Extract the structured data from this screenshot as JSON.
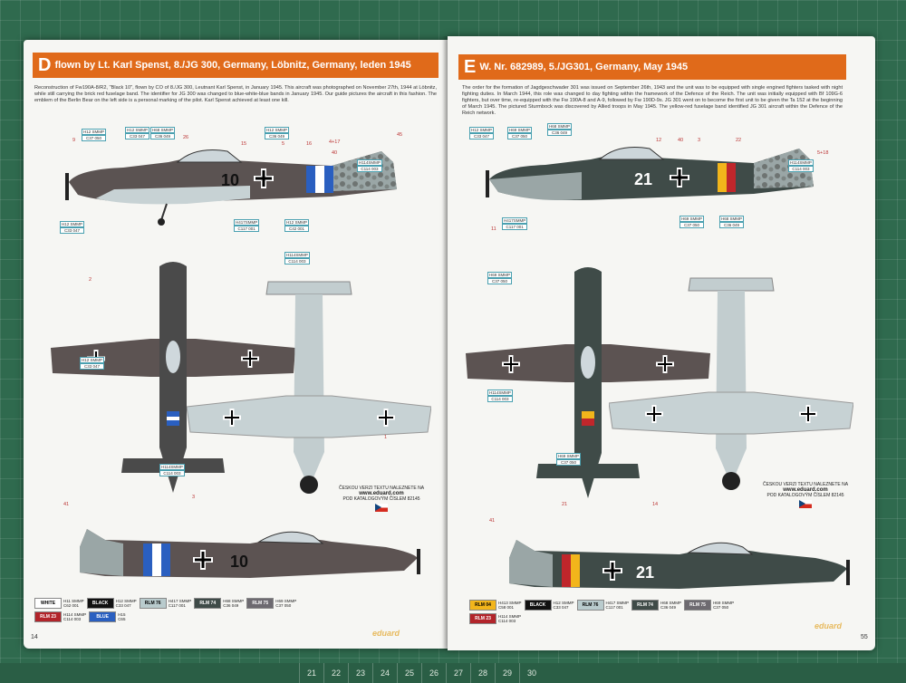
{
  "ruler": [
    "21",
    "22",
    "23",
    "24",
    "25",
    "26",
    "27",
    "28",
    "29",
    "30"
  ],
  "left_page": {
    "letter": "D",
    "title": "flown by Lt. Karl Spenst, 8./JG 300, Germany, Löbnitz, Germany, leden 1945",
    "intro": "Reconstruction of Fw190A-8/R2, \"Black 10\", flown by CO of 8./JG 300, Leutnant Karl Spenst, in January 1945. This aircraft was photographed on November 27th, 1944 at Löbnitz, while still carrying the brick red fuselage band. The identifier for JG 300 was changed to blue-white-blue bands in January 1945. Our guide pictures the aircraft in this fashion. The emblem of the Berlin Bear on the left side is a personal marking of the pilot. Karl Spenst achieved at least one kill.",
    "fuselage_code": "10",
    "callouts": [
      "9",
      "26",
      "15",
      "5",
      "16",
      "4+17",
      "45",
      "40",
      "3",
      "2",
      "1",
      "41"
    ],
    "color_codes": [
      {
        "l1": "H12 SMMP",
        "l2": "C37 050"
      },
      {
        "l1": "H12 SMMP",
        "l2": "C33 047"
      },
      {
        "l1": "H68 SMMP",
        "l2": "C36 049"
      },
      {
        "l1": "H12 SMMP",
        "l2": "C36 049"
      },
      {
        "l1": "H12 SMMP",
        "l2": "C33 047"
      },
      {
        "l1": "H417SMMP",
        "l2": "C117 001"
      },
      {
        "l1": "H12 SMMP",
        "l2": "C42 001"
      },
      {
        "l1": "H114SMMP",
        "l2": "C114 003"
      }
    ],
    "note": {
      "line1": "ČESKOU VERZI TEXTU NALEZNETE NA",
      "site": "www.eduard.com",
      "line2": "POD KATALOGOVÝM ČÍSLEM 82145"
    },
    "swatches": [
      {
        "name": "WHITE",
        "bg": "#ffffff",
        "fg": "#000000",
        "c1": "H11 SMMP",
        "c2": "C62 001"
      },
      {
        "name": "BLACK",
        "bg": "#111111",
        "fg": "#ffffff",
        "c1": "H12 SMMP",
        "c2": "C33 047"
      },
      {
        "name": "RLM 76",
        "bg": "#b9cbcd",
        "fg": "#000000",
        "c1": "H417 SMMP",
        "c2": "C117 001"
      },
      {
        "name": "RLM 74",
        "bg": "#3f4b48",
        "fg": "#ffffff",
        "c1": "H68 SMMP",
        "c2": "C36 049"
      },
      {
        "name": "RLM 75",
        "bg": "#6d6a70",
        "fg": "#ffffff",
        "c1": "H69 SMMP",
        "c2": "C37 050"
      },
      {
        "name": "RLM 23",
        "bg": "#b2242a",
        "fg": "#ffffff",
        "c1": "H114 SMMP",
        "c2": "C114 003"
      },
      {
        "name": "BLUE",
        "bg": "#2a5fc0",
        "fg": "#ffffff",
        "c1": "H15",
        "c2": "C65"
      }
    ],
    "page_number": "14",
    "brand": "eduard"
  },
  "right_page": {
    "letter": "E",
    "title": "W. Nr. 682989, 5./JG301, Germany, May 1945",
    "intro": "The order for the formation of Jagdgeschwader 301 was issued on September 26th, 1943 and the unit was to be equipped with single engined fighters tasked with night fighting duties. In March 1944, this role was changed to day fighting within the framework of the Defence of the Reich. The unit was initially equipped with Bf 109G-6 fighters, but over time, re-equipped with the Fw 190A-8 and A-9, followed by Fw 190D-9s. JG 301 went on to become the first unit to be given the Ta 152 at the beginning of March 1945. The pictured Sturmbock was discovered by Allied troops in May 1945. The yellow-red fuselage band identified JG 301 aircraft within the Defence of the Reich network.",
    "fuselage_code": "21",
    "callouts": [
      "12",
      "40",
      "3",
      "22",
      "5+18",
      "41",
      "21",
      "14",
      "11"
    ],
    "color_codes": [
      {
        "l1": "H12 SMMP",
        "l2": "C33 047"
      },
      {
        "l1": "H69 SMMP",
        "l2": "C37 050"
      },
      {
        "l1": "H68 SMMP",
        "l2": "C36 049"
      },
      {
        "l1": "H114SMMP",
        "l2": "C114 003"
      },
      {
        "l1": "H417SMMP",
        "l2": "C117 001"
      },
      {
        "l1": "H69 SMMP",
        "l2": "C37 050"
      },
      {
        "l1": "H114SMMP",
        "l2": "C114 003"
      }
    ],
    "note": {
      "line1": "ČESKOU VERZI TEXTU NALEZNETE NA",
      "site": "www.eduard.com",
      "line2": "POD KATALOGOVÝM ČÍSLEM 82145"
    },
    "swatches": [
      {
        "name": "RLM 04",
        "bg": "#f2b51b",
        "fg": "#000000",
        "c1": "H413 SMMP",
        "c2": "C58 001"
      },
      {
        "name": "BLACK",
        "bg": "#111111",
        "fg": "#ffffff",
        "c1": "H12 SMMP",
        "c2": "C33 047"
      },
      {
        "name": "RLM 76",
        "bg": "#b9cbcd",
        "fg": "#000000",
        "c1": "H417 SMMP",
        "c2": "C117 001"
      },
      {
        "name": "RLM 74",
        "bg": "#3f4b48",
        "fg": "#ffffff",
        "c1": "H68 SMMP",
        "c2": "C36 049"
      },
      {
        "name": "RLM 75",
        "bg": "#6d6a70",
        "fg": "#ffffff",
        "c1": "H69 SMMP",
        "c2": "C37 050"
      },
      {
        "name": "RLM 23",
        "bg": "#b2242a",
        "fg": "#ffffff",
        "c1": "H114 SMMP",
        "c2": "C114 003"
      }
    ],
    "page_number": "55",
    "brand": "eduard"
  }
}
